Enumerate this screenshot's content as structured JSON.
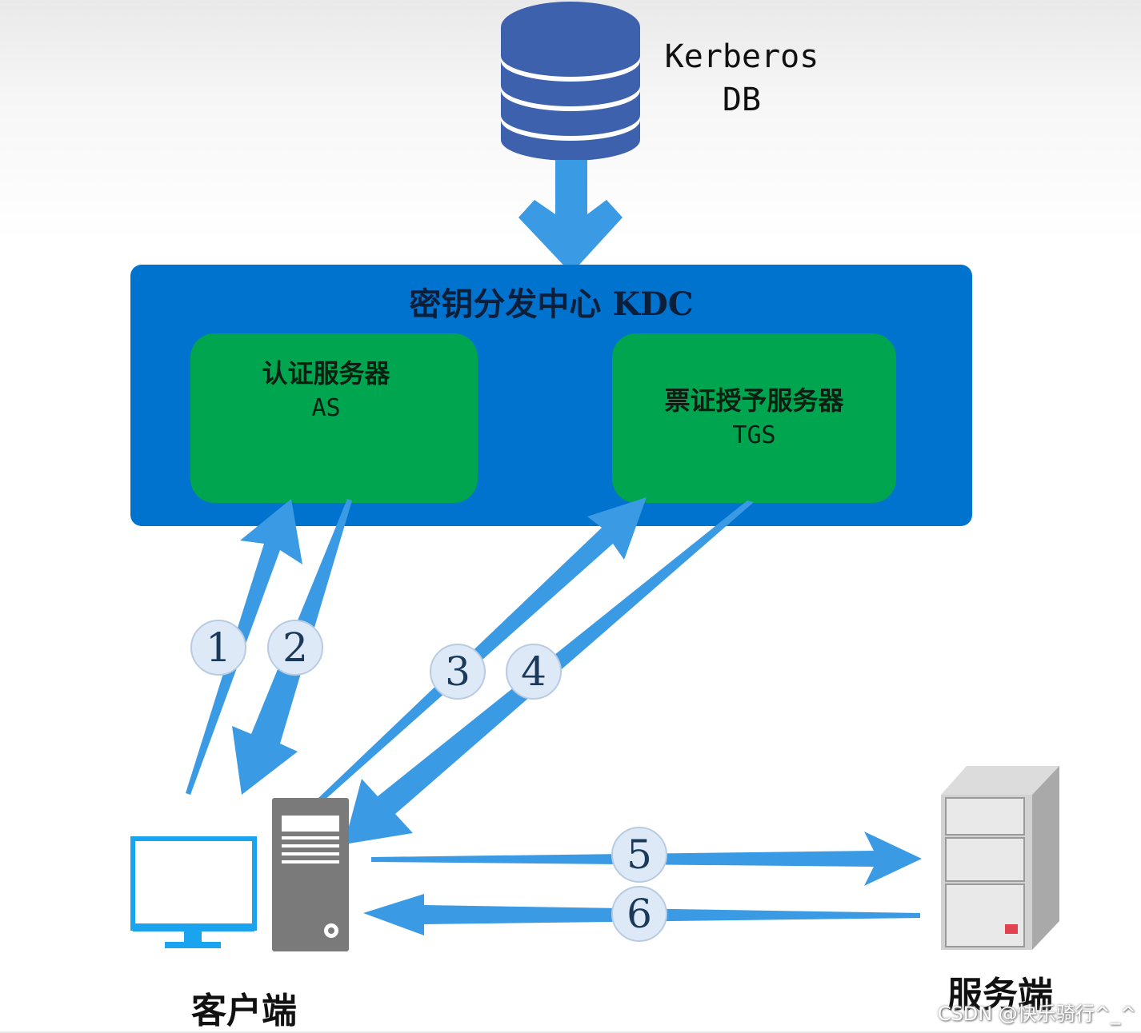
{
  "database": {
    "label": "Kerberos\nDB",
    "icon": "database-icon"
  },
  "kdc": {
    "title": "密钥分发中心 KDC",
    "as": {
      "name": "认证服务器",
      "abbr": "AS"
    },
    "tgs": {
      "name": "票证授予服务器",
      "abbr": "TGS"
    }
  },
  "client": {
    "label": "客户端",
    "icons": [
      "monitor-icon",
      "tower-pc-icon"
    ]
  },
  "server": {
    "label": "服务端",
    "icon": "server-icon"
  },
  "steps": [
    "1",
    "2",
    "3",
    "4",
    "5",
    "6"
  ],
  "watermark": "CSDN @快乐骑行^_^",
  "colors": {
    "kdc_box": "#0073cf",
    "service_box": "#00a54f",
    "arrow": "#3a9be4",
    "database": "#3d61ad",
    "monitor": "#1aa3ef",
    "tower": "#7a7a7a",
    "server": "#c9c9c9"
  }
}
